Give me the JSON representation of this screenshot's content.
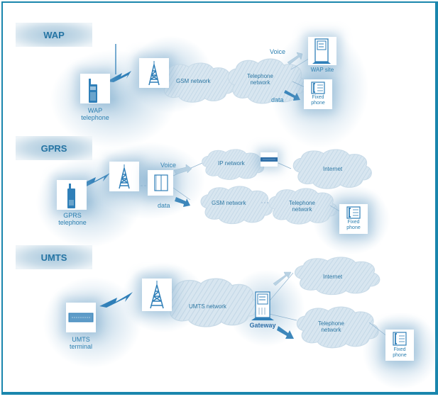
{
  "diagram": {
    "sections": [
      {
        "id": "wap",
        "label": "WAP",
        "terminal": {
          "label_line1": "WAP",
          "label_line2": "telephone",
          "icon": "mobile-phone-icon"
        },
        "tower": {
          "icon": "antenna-tower-icon"
        },
        "clouds": [
          {
            "label": "GSM network"
          },
          {
            "label_line1": "Telephone",
            "label_line2": "network"
          }
        ],
        "arrows": [
          {
            "label": "Voice",
            "style": "light"
          },
          {
            "label": "data",
            "style": "dark"
          }
        ],
        "endpoints": [
          {
            "label": "WAP site",
            "icon": "server-icon"
          },
          {
            "label_line1": "Fixed",
            "label_line2": "phone",
            "icon": "fixed-phone-icon"
          }
        ]
      },
      {
        "id": "gprs",
        "label": "GPRS",
        "terminal": {
          "label_line1": "GPRS",
          "label_line2": "telephone",
          "icon": "mobile-phone-icon"
        },
        "tower": {
          "icon": "antenna-tower-icon"
        },
        "switch": {
          "icon": "switch-icon"
        },
        "arrows": [
          {
            "label": "Voice",
            "style": "light"
          },
          {
            "label": "data",
            "style": "dark"
          }
        ],
        "clouds": [
          {
            "label": "IP network"
          },
          {
            "label": "Internet"
          },
          {
            "label": "GSM network"
          },
          {
            "label_line1": "Telephone",
            "label_line2": "network"
          }
        ],
        "router": {
          "icon": "router-icon"
        },
        "endpoints": [
          {
            "label_line1": "Fixed",
            "label_line2": "phone",
            "icon": "fixed-phone-icon"
          }
        ]
      },
      {
        "id": "umts",
        "label": "UMTS",
        "terminal": {
          "label_line1": "UMTS",
          "label_line2": "terminal",
          "icon": "umts-terminal-icon"
        },
        "tower": {
          "icon": "antenna-tower-icon"
        },
        "clouds": [
          {
            "label": "UMTS network"
          },
          {
            "label": "Internet"
          },
          {
            "label_line1": "Telephone",
            "label_line2": "network"
          }
        ],
        "gateway": {
          "label": "Gateway",
          "icon": "server-icon"
        },
        "endpoints": [
          {
            "label_line1": "Fixed",
            "label_line2": "phone",
            "icon": "fixed-phone-icon"
          }
        ]
      }
    ],
    "colors": {
      "frame": "#1a86ad",
      "accent": "#2574a3",
      "icon": "#2f7fb8",
      "cloud": "#d4e3ee",
      "arrow_dark": "#3d87bb",
      "arrow_light": "#b9d2e3"
    }
  }
}
